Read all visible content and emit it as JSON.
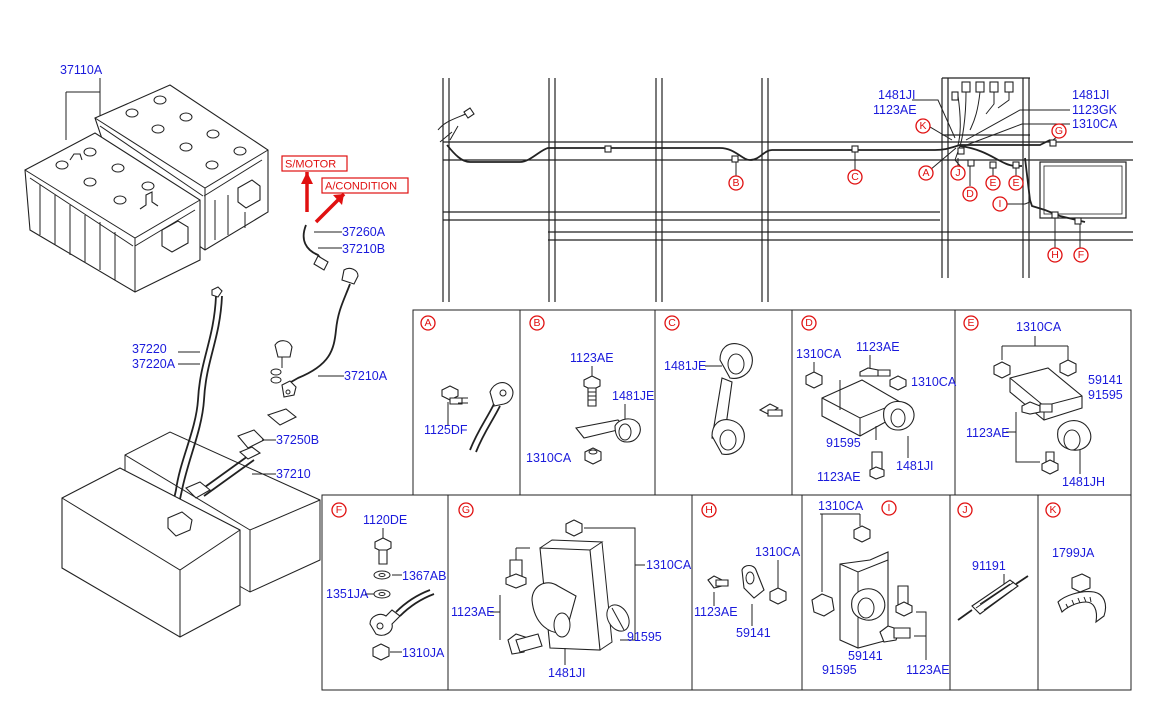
{
  "colors": {
    "part_number": "#1a1adc",
    "callout": "#e01010",
    "line": "#222222"
  },
  "battery": {
    "pn_37110A": "37110A",
    "pn_37260A": "37260A",
    "pn_37210B": "37210B",
    "pn_37220": "37220",
    "pn_37220A": "37220A",
    "pn_37210A": "37210A",
    "pn_37250B": "37250B",
    "pn_37210": "37210",
    "smotor": "S/MOTOR",
    "acondition": "A/CONDITION"
  },
  "harness": {
    "pn_1481JI": "1481JI",
    "pn_1123AE": "1123AE",
    "pn_1481JI_r": "1481JI",
    "pn_1123GK": "1123GK",
    "pn_1310CA": "1310CA",
    "callouts": [
      "K",
      "A",
      "J",
      "D",
      "E",
      "E",
      "G",
      "I",
      "H",
      "F",
      "B",
      "C"
    ]
  },
  "panels": {
    "A": {
      "letter": "A",
      "pn_1125DF": "1125DF"
    },
    "B": {
      "letter": "B",
      "pn_1123AE": "1123AE",
      "pn_1481JE": "1481JE",
      "pn_1310CA": "1310CA"
    },
    "C": {
      "letter": "C",
      "pn_1481JE": "1481JE"
    },
    "D": {
      "letter": "D",
      "pn_1310CA_a": "1310CA",
      "pn_1123AE_a": "1123AE",
      "pn_1310CA_b": "1310CA",
      "pn_91595": "91595",
      "pn_1123AE_b": "1123AE",
      "pn_1481JI": "1481JI"
    },
    "E": {
      "letter": "E",
      "pn_1310CA": "1310CA",
      "pn_59141": "59141",
      "pn_91595": "91595",
      "pn_1123AE": "1123AE",
      "pn_1481JH": "1481JH"
    },
    "F": {
      "letter": "F",
      "pn_1120DE": "1120DE",
      "pn_1367AB": "1367AB",
      "pn_1351JA": "1351JA",
      "pn_1310JA": "1310JA"
    },
    "G": {
      "letter": "G",
      "pn_1310CA": "1310CA",
      "pn_1123AE": "1123AE",
      "pn_91595": "91595",
      "pn_1481JI": "1481JI"
    },
    "H": {
      "letter": "H",
      "pn_1310CA": "1310CA",
      "pn_1123AE": "1123AE",
      "pn_59141": "59141"
    },
    "I": {
      "letter": "I",
      "pn_1310CA": "1310CA",
      "pn_59141": "59141",
      "pn_91595": "91595",
      "pn_1123AE": "1123AE"
    },
    "J": {
      "letter": "J",
      "pn_91191": "91191"
    },
    "K": {
      "letter": "K",
      "pn_1799JA": "1799JA"
    }
  }
}
